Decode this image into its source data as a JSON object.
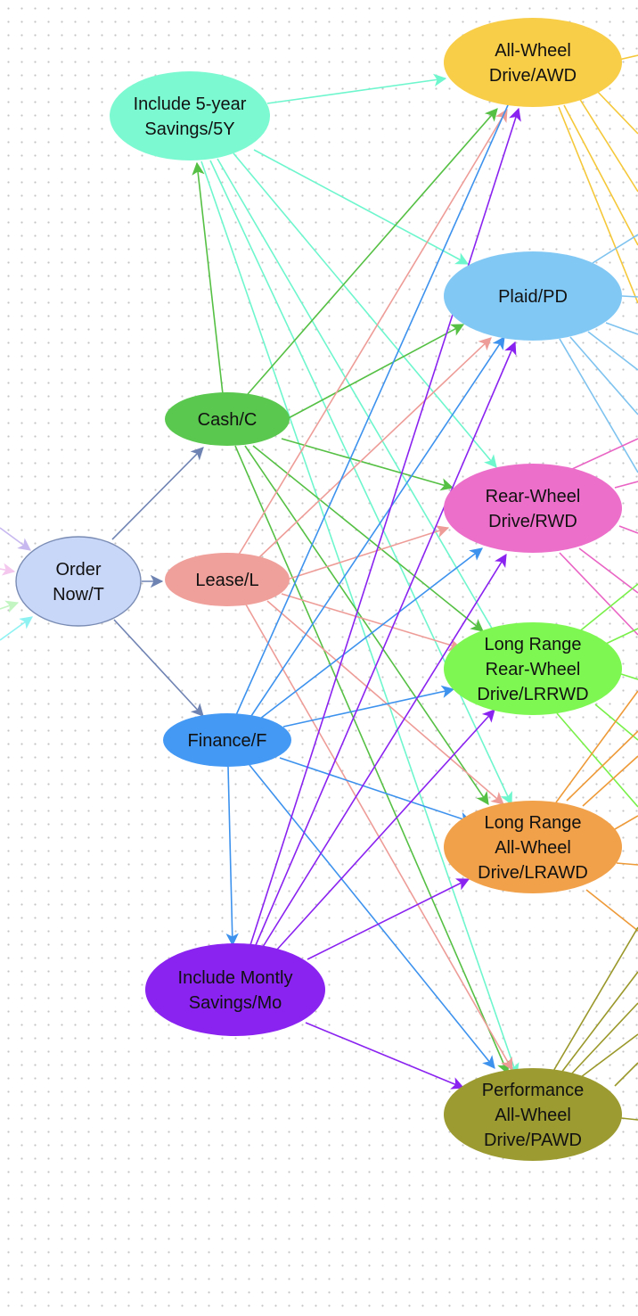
{
  "diagram": {
    "nodes": [
      {
        "id": "order_now",
        "lines": [
          "Order",
          "Now/T"
        ],
        "color": "#c8d6f8",
        "stroke": "#7a8cb4"
      },
      {
        "id": "five_year",
        "lines": [
          "Include 5-year",
          "Savings/5Y"
        ],
        "color": "#7df9d1"
      },
      {
        "id": "cash",
        "lines": [
          "Cash/C"
        ],
        "color": "#5ac84e"
      },
      {
        "id": "lease",
        "lines": [
          "Lease/L"
        ],
        "color": "#f0a09b"
      },
      {
        "id": "finance",
        "lines": [
          "Finance/F"
        ],
        "color": "#4499f5"
      },
      {
        "id": "monthly",
        "lines": [
          "Include Montly",
          "Savings/Mo"
        ],
        "color": "#8a22f0"
      },
      {
        "id": "awd",
        "lines": [
          "All-Wheel",
          "Drive/AWD"
        ],
        "color": "#f8cd48"
      },
      {
        "id": "plaid",
        "lines": [
          "Plaid/PD"
        ],
        "color": "#82c8f5"
      },
      {
        "id": "rwd",
        "lines": [
          "Rear-Wheel",
          "Drive/RWD"
        ],
        "color": "#ec6fca"
      },
      {
        "id": "lrrwd",
        "lines": [
          "Long Range",
          "Rear-Wheel",
          "Drive/LRRWD"
        ],
        "color": "#7ff753"
      },
      {
        "id": "lrawd",
        "lines": [
          "Long Range",
          "All-Wheel",
          "Drive/LRAWD"
        ],
        "color": "#f1a14a"
      },
      {
        "id": "pawd",
        "lines": [
          "Performance",
          "All-Wheel",
          "Drive/PAWD"
        ],
        "color": "#9c9b32"
      }
    ],
    "edges": [
      {
        "from": "order_now",
        "to": "cash",
        "color": "#6f83b3"
      },
      {
        "from": "order_now",
        "to": "lease",
        "color": "#6f83b3"
      },
      {
        "from": "order_now",
        "to": "finance",
        "color": "#6f83b3"
      },
      {
        "from": "cash",
        "to": "five_year",
        "color": "#55c044"
      },
      {
        "from": "five_year",
        "to": "awd",
        "color": "#6ef6cd"
      },
      {
        "from": "five_year",
        "to": "plaid",
        "color": "#6ef6cd"
      },
      {
        "from": "five_year",
        "to": "rwd",
        "color": "#6ef6cd"
      },
      {
        "from": "five_year",
        "to": "lrrwd",
        "color": "#6ef6cd"
      },
      {
        "from": "five_year",
        "to": "lrawd",
        "color": "#6ef6cd"
      },
      {
        "from": "five_year",
        "to": "pawd",
        "color": "#6ef6cd"
      },
      {
        "from": "cash",
        "to": "awd",
        "color": "#55c044"
      },
      {
        "from": "cash",
        "to": "plaid",
        "color": "#55c044"
      },
      {
        "from": "cash",
        "to": "rwd",
        "color": "#55c044"
      },
      {
        "from": "cash",
        "to": "lrrwd",
        "color": "#55c044"
      },
      {
        "from": "cash",
        "to": "lrawd",
        "color": "#55c044"
      },
      {
        "from": "cash",
        "to": "pawd",
        "color": "#55c044"
      },
      {
        "from": "lease",
        "to": "awd",
        "color": "#ee9c97"
      },
      {
        "from": "lease",
        "to": "plaid",
        "color": "#ee9c97"
      },
      {
        "from": "lease",
        "to": "rwd",
        "color": "#ee9c97"
      },
      {
        "from": "lease",
        "to": "lrrwd",
        "color": "#ee9c97"
      },
      {
        "from": "lease",
        "to": "lrawd",
        "color": "#ee9c97"
      },
      {
        "from": "lease",
        "to": "pawd",
        "color": "#ee9c97"
      },
      {
        "from": "finance",
        "to": "awd",
        "color": "#3d92ee"
      },
      {
        "from": "finance",
        "to": "plaid",
        "color": "#3d92ee"
      },
      {
        "from": "finance",
        "to": "rwd",
        "color": "#3d92ee"
      },
      {
        "from": "finance",
        "to": "lrrwd",
        "color": "#3d92ee"
      },
      {
        "from": "finance",
        "to": "lrawd",
        "color": "#3d92ee"
      },
      {
        "from": "finance",
        "to": "pawd",
        "color": "#3d92ee"
      },
      {
        "from": "finance",
        "to": "monthly",
        "color": "#3d92ee"
      },
      {
        "from": "monthly",
        "to": "awd",
        "color": "#8a22f0"
      },
      {
        "from": "monthly",
        "to": "plaid",
        "color": "#8a22f0"
      },
      {
        "from": "monthly",
        "to": "rwd",
        "color": "#8a22f0"
      },
      {
        "from": "monthly",
        "to": "lrrwd",
        "color": "#8a22f0"
      },
      {
        "from": "monthly",
        "to": "lrawd",
        "color": "#8a22f0"
      },
      {
        "from": "monthly",
        "to": "pawd",
        "color": "#8a22f0"
      }
    ],
    "stub_colors": {
      "awd": "#f5c83a",
      "plaid": "#7ec3ef",
      "rwd": "#e964c4",
      "lrrwd": "#78f048",
      "lrawd": "#ee9a38",
      "pawd": "#9a982a"
    }
  }
}
